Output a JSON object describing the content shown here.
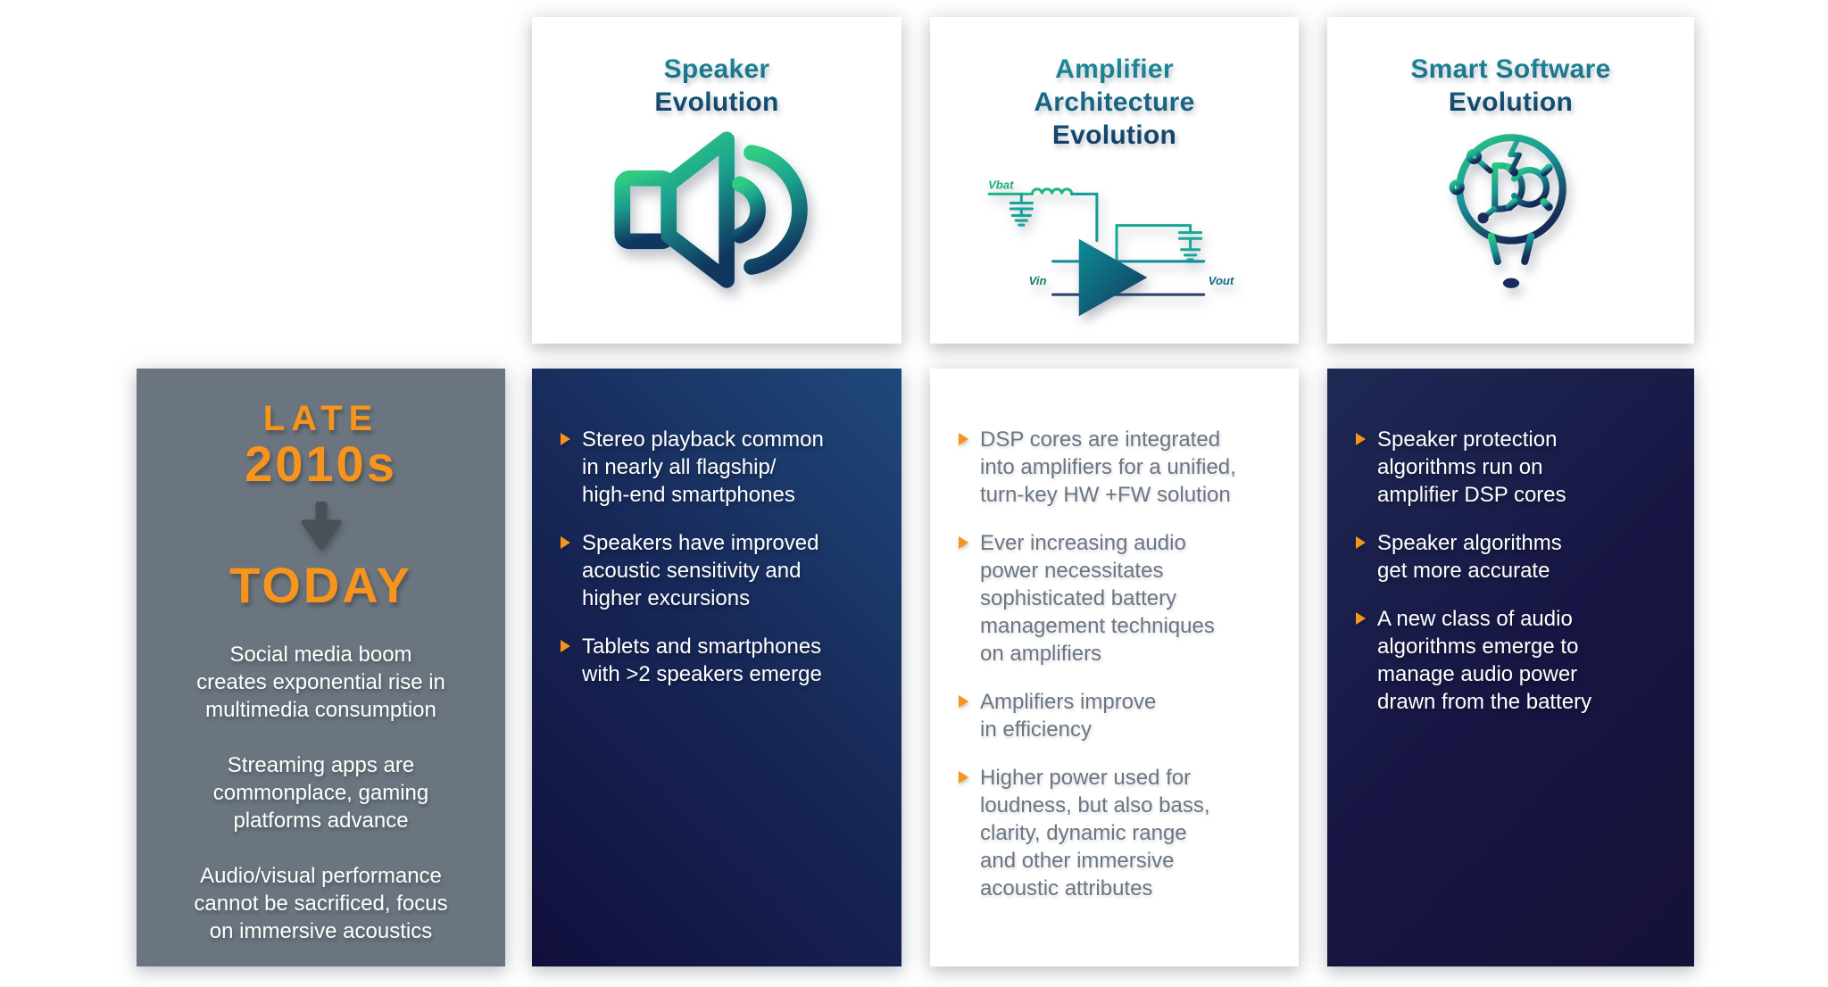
{
  "page": {
    "background": "#ffffff"
  },
  "palette": {
    "orange": "#F7941D",
    "title_gradient_top": "#1F939E",
    "title_gradient_bottom": "#12355F",
    "gray_card_bg": "#6A757F",
    "blue_card_light": "#1F497B",
    "blue_card_dark": "#110F3C",
    "navy_card_light": "#1E2A55",
    "navy_card_dark": "#151238",
    "body_text_on_light": "#6B7682",
    "icon_green": "#2DC87F",
    "icon_teal": "#17948F",
    "icon_navy": "#123A63",
    "arrow_gray": "#4A5056"
  },
  "top_cards": [
    {
      "title": "Speaker\nEvolution",
      "icon": "speaker-icon"
    },
    {
      "title": "Amplifier\nArchitecture\nEvolution",
      "icon": "amplifier-circuit-icon",
      "labels": {
        "vbat": "Vbat",
        "vin": "Vin",
        "vout": "Vout"
      }
    },
    {
      "title": "Smart Software\nEvolution",
      "icon": "lightbulb-gear-icon"
    }
  ],
  "timeline_card": {
    "line1": "LATE",
    "line2": "2010s",
    "line3": "TODAY",
    "paragraphs": [
      "Social media boom\ncreates exponential rise in\nmultimedia consumption",
      "Streaming apps are\ncommonplace, gaming\nplatforms advance",
      "Audio/visual performance\ncannot be sacrificed, focus\non immersive acoustics"
    ]
  },
  "detail_cards": [
    {
      "style": "blue-gradient",
      "bullets": [
        "Stereo playback common\nin nearly all flagship/\nhigh-end smartphones",
        "Speakers have improved\nacoustic sensitivity and\nhigher excursions",
        "Tablets and smartphones\nwith >2 speakers emerge"
      ]
    },
    {
      "style": "white",
      "bullets": [
        "DSP cores are integrated\ninto amplifiers for a unified,\nturn-key HW +FW solution",
        "Ever increasing audio\npower necessitates\nsophisticated battery\nmanagement techniques\non amplifiers",
        "Amplifiers improve\nin efficiency",
        "Higher power used for\nloudness, but also bass,\nclarity, dynamic range\nand other immersive\nacoustic attributes"
      ]
    },
    {
      "style": "navy",
      "bullets": [
        "Speaker protection\nalgorithms run on\namplifier DSP cores",
        "Speaker algorithms\nget more accurate",
        "A new class of audio\nalgorithms emerge to\nmanage audio power\ndrawn from the battery"
      ]
    }
  ]
}
